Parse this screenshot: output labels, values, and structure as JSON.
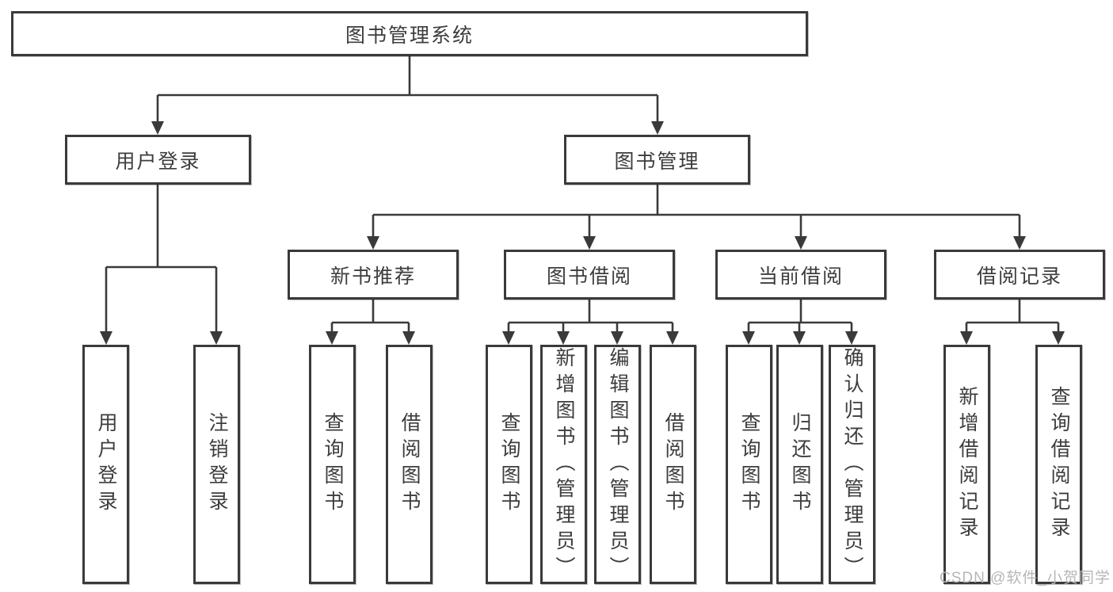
{
  "diagram_title": "图书管理系统",
  "tree": {
    "root": {
      "label": "图书管理系统",
      "children": [
        {
          "label": "用户登录",
          "children": [
            {
              "label": "用户登录"
            },
            {
              "label": "注销登录"
            }
          ]
        },
        {
          "label": "图书管理",
          "children": [
            {
              "label": "新书推荐",
              "children": [
                {
                  "label": "查询图书"
                },
                {
                  "label": "借阅图书"
                }
              ]
            },
            {
              "label": "图书借阅",
              "children": [
                {
                  "label": "查询图书"
                },
                {
                  "label": "新增图书（管理员）"
                },
                {
                  "label": "编辑图书（管理员）"
                },
                {
                  "label": "借阅图书"
                }
              ]
            },
            {
              "label": "当前借阅",
              "children": [
                {
                  "label": "查询图书"
                },
                {
                  "label": "归还图书"
                },
                {
                  "label": "确认归还（管理员）"
                }
              ]
            },
            {
              "label": "借阅记录",
              "children": [
                {
                  "label": "新增借阅记录"
                },
                {
                  "label": "查询借阅记录"
                }
              ]
            }
          ]
        }
      ]
    }
  },
  "watermark": {
    "text": "CSDN @软件_小贺同学"
  },
  "colors": {
    "line": "#3a3a3a",
    "box_border": "#3a3a3a",
    "text": "#3d3d3d",
    "watermark": "#b6b6b6",
    "background": "#ffffff"
  }
}
